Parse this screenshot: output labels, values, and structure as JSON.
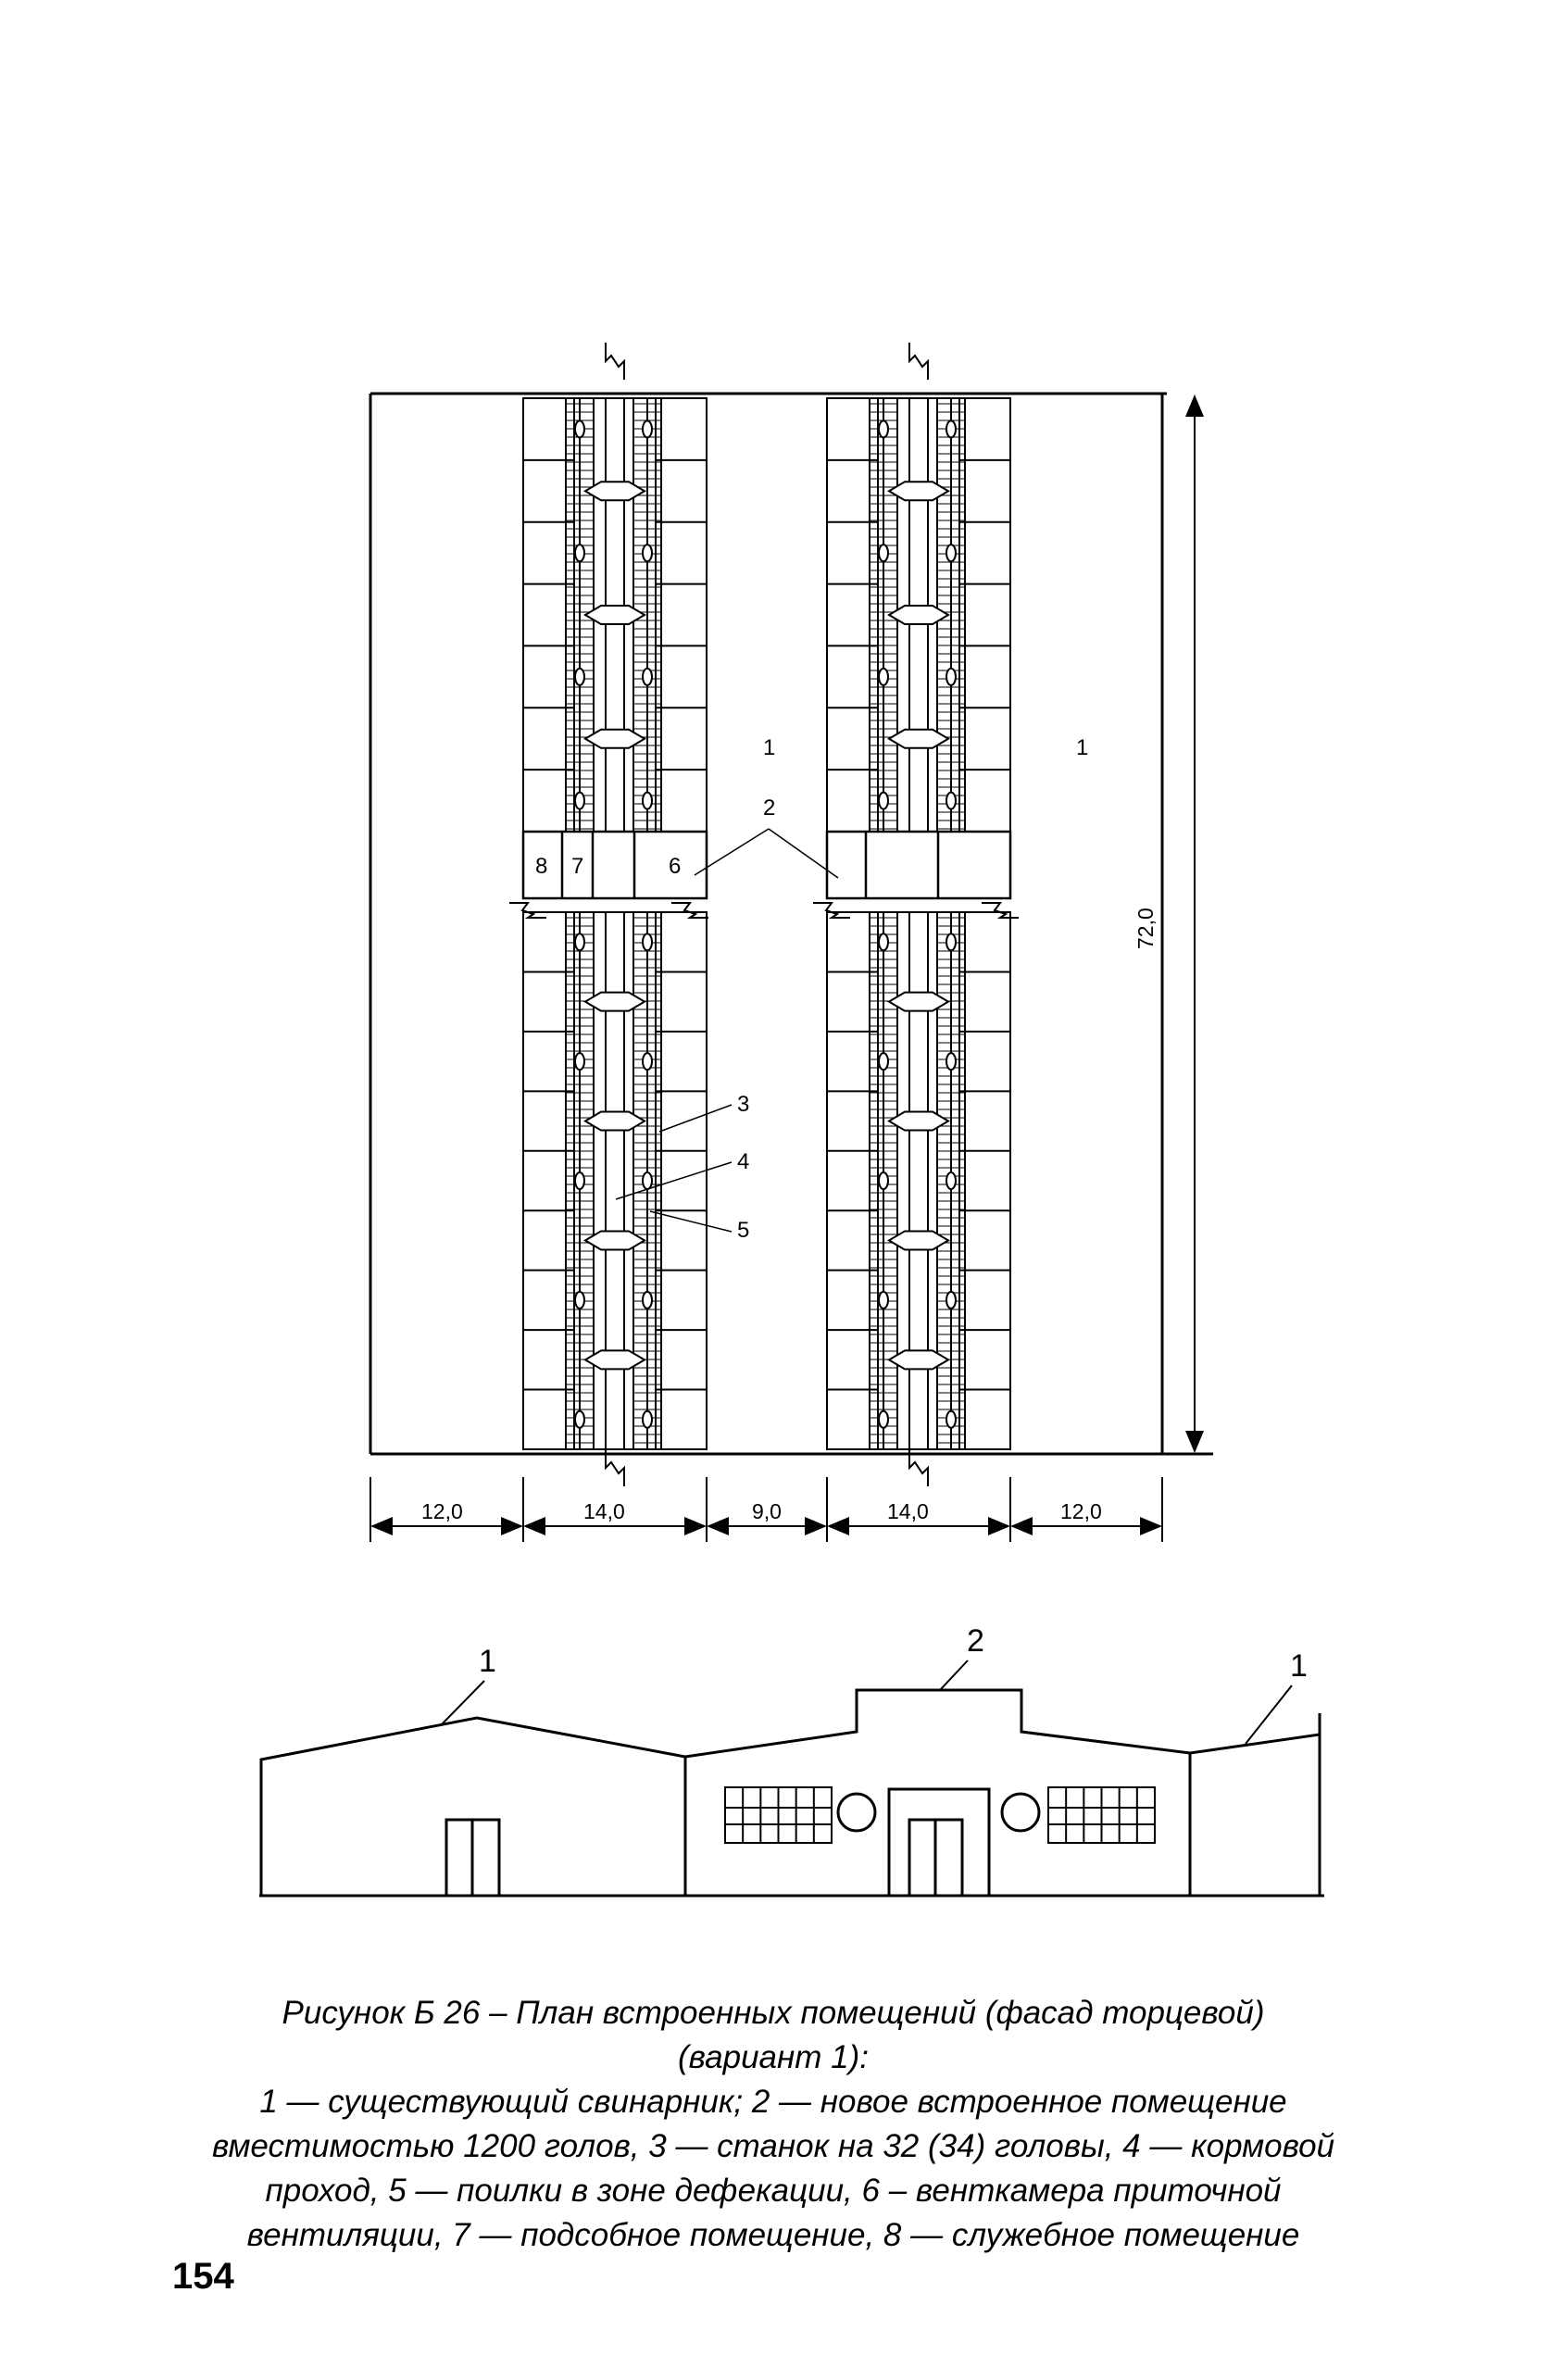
{
  "plan": {
    "barn_label_left": "1",
    "barn_label_right": "1",
    "new_room_label": "2",
    "room_labels": [
      "8",
      "7",
      "6"
    ],
    "callouts": [
      "3",
      "4",
      "5"
    ],
    "overall_length": "72,0",
    "widths": [
      "12,0",
      "14,0",
      "9,0",
      "14,0",
      "12,0"
    ]
  },
  "facade": {
    "labels": [
      "1",
      "2",
      "1"
    ]
  },
  "caption": {
    "title_line1": "Рисунок Б 26 – План встроенных помещений (фасад торцевой)",
    "title_line2": "(вариант 1):",
    "legend_line1": "1 — существующий свинарник; 2 — новое встроенное помещение",
    "legend_line2": "вместимостью 1200 голов, 3 — станок на 32 (34) головы, 4 — кормовой",
    "legend_line3": "проход, 5 — поилки в зоне дефекации, 6 – венткамера приточной",
    "legend_line4": "вентиляции, 7 — подсобное помещение, 8 — служебное помещение"
  },
  "page_number": "154"
}
